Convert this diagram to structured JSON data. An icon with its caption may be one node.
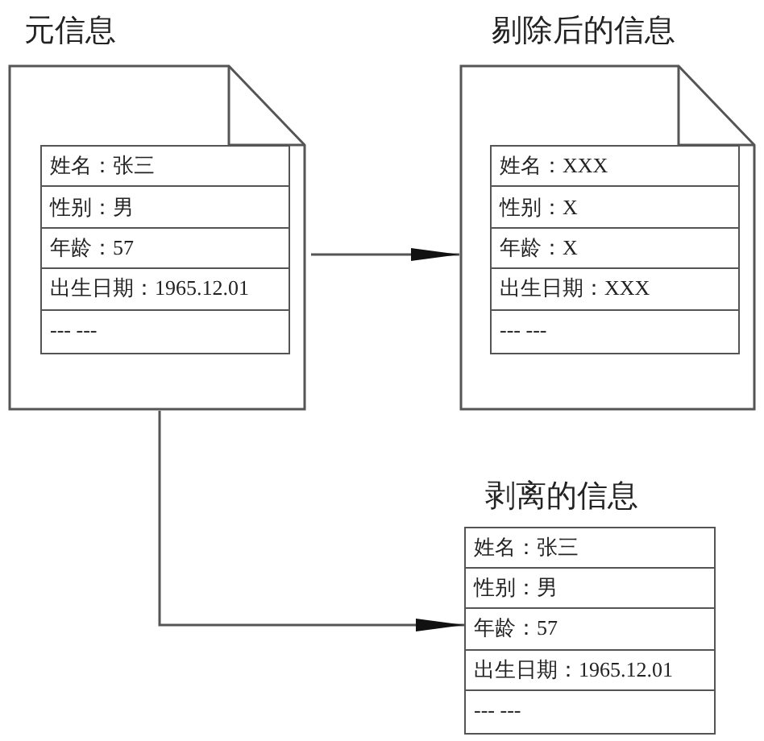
{
  "diagram": {
    "nodes": [
      {
        "text": [
          "元信息"
        ]
      },
      {
        "text": [
          "姓名：张三",
          "性别：男",
          "年龄：57",
          "出生日期：1965.12.01",
          "--- ---"
        ],
        "in": 0
      },
      {
        "text": [
          "剔除后的信息"
        ]
      },
      {
        "text": [
          "姓名：XXX",
          "性别：X",
          "年龄：X",
          "出生日期：XXX",
          "--- ---"
        ],
        "in": 2
      },
      {
        "text": [
          "剥离的信息",
          "姓名：张三",
          "性别：男",
          "年龄：57",
          "出生日期：1965.12.01",
          "--- ---"
        ]
      }
    ],
    "edges": [
      {
        "from": 0,
        "to": 2,
        "arrow": "to"
      },
      {
        "from": 0,
        "to": 4,
        "arrow": "to"
      }
    ]
  }
}
